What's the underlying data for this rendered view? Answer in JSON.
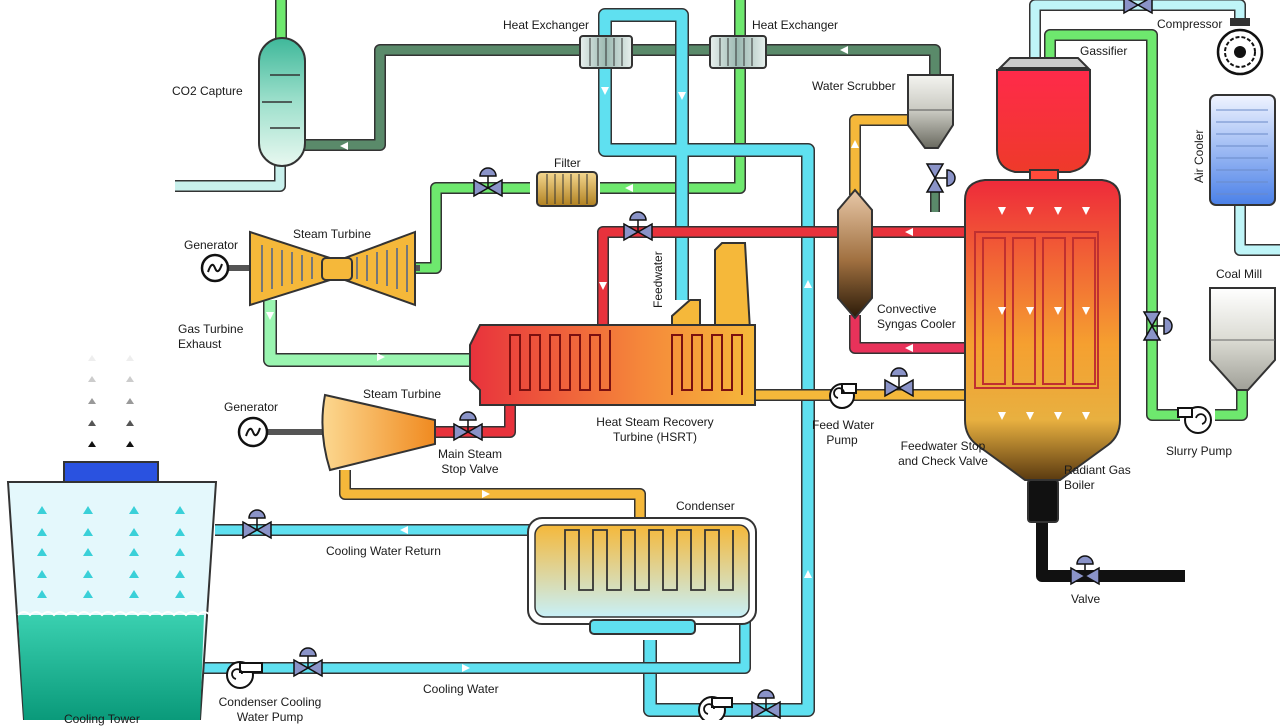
{
  "labels": {
    "heat_exchanger_1": "Heat Exchanger",
    "heat_exchanger_2": "Heat Exchanger",
    "compressor": "Compressor",
    "gassifier": "Gassifier",
    "co2_capture": "CO2 Capture",
    "water_scrubber": "Water Scrubber",
    "air_cooler": "Air Cooler",
    "filter": "Filter",
    "generator_1": "Generator",
    "steam_turbine_1": "Steam Turbine",
    "feedwater": "Feedwater",
    "coal_mill": "Coal Mill",
    "convective_1": "Convective",
    "convective_2": "Syngas Cooler",
    "gas_turbine_exhaust_1": "Gas Turbine",
    "gas_turbine_exhaust_2": "Exhaust",
    "steam_turbine_2": "Steam Turbine",
    "generator_2": "Generator",
    "feed_water_pump_1": "Feed Water",
    "feed_water_pump_2": "Pump",
    "hsrt_1": "Heat Steam Recovery",
    "hsrt_2": "Turbine (HSRT)",
    "main_steam_1": "Main Steam",
    "main_steam_2": "Stop Valve",
    "feedwater_stop_1": "Feedwater Stop",
    "feedwater_stop_2": "and Check Valve",
    "slurry_pump": "Slurry Pump",
    "radiant_1": "Radiant Gas",
    "radiant_2": "Boiler",
    "condenser": "Condenser",
    "cooling_water_return": "Cooling Water Return",
    "valve": "Valve",
    "cooling_water": "Cooling Water",
    "condenser_pump_1": "Condenser Cooling",
    "condenser_pump_2": "Water Pump",
    "cooling_tower": "Cooling Tower"
  },
  "colors": {
    "green": "#6ee86e",
    "dark_green": "#5a8a6a",
    "cyan": "#5fe0f0",
    "red": "#e8323c",
    "orange": "#f5b83a",
    "black": "#111111",
    "valve": "#8a93c8"
  }
}
